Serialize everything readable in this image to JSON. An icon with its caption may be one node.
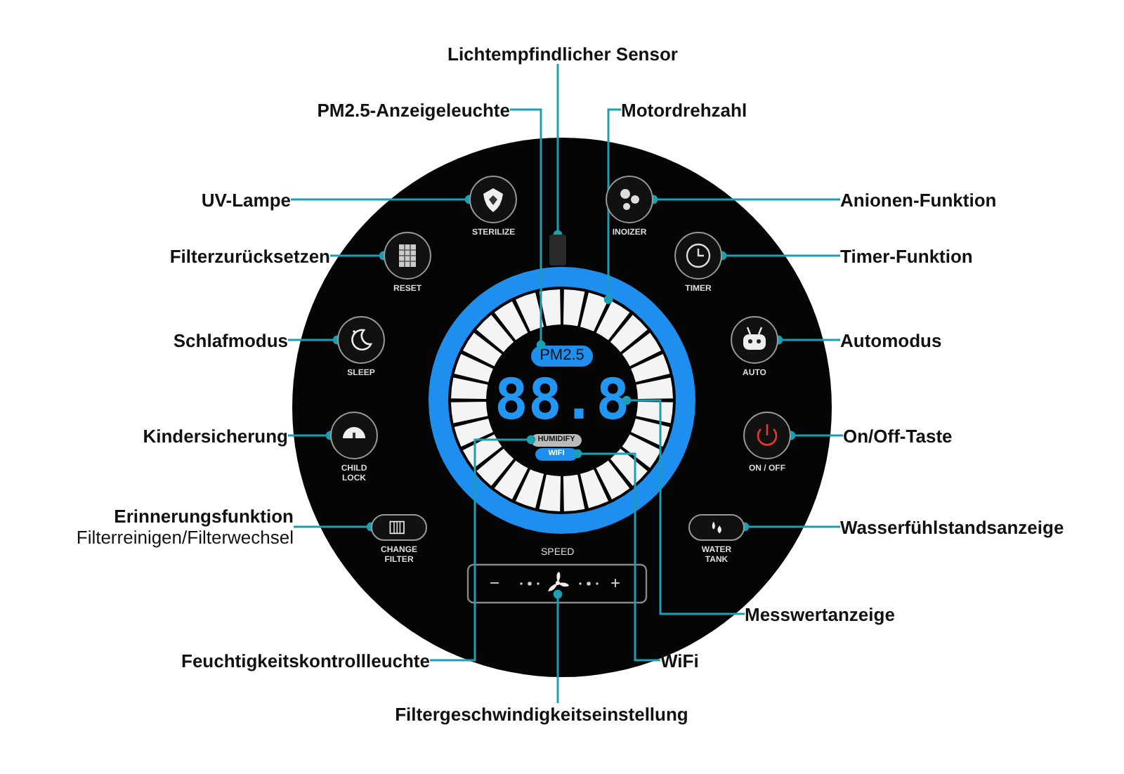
{
  "diagram": {
    "nodes": [
      {
        "text": [
          "Lichtempfindlicher Sensor"
        ]
      },
      {
        "text": [
          "PM2.5-Anzeigeleuchte"
        ]
      },
      {
        "text": [
          "Motordrehzahl"
        ]
      },
      {
        "text": [
          "UV-Lampe"
        ]
      },
      {
        "text": [
          "Anionen-Funktion"
        ]
      },
      {
        "text": [
          "Filterzurücksetzen"
        ]
      },
      {
        "text": [
          "Timer-Funktion"
        ]
      },
      {
        "text": [
          "Schlafmodus"
        ]
      },
      {
        "text": [
          "Automodus"
        ]
      },
      {
        "text": [
          "Kindersicherung"
        ]
      },
      {
        "text": [
          "On/Off-Taste"
        ]
      },
      {
        "text": [
          "Erinnerungsfunktion",
          "Filterreinigen/Filterwechsel"
        ]
      },
      {
        "text": [
          "Wasserfühlstandsanzeige"
        ]
      },
      {
        "text": [
          "Messwertanzeige"
        ]
      },
      {
        "text": [
          "Feuchtigkeitskontrollleuchte"
        ]
      },
      {
        "text": [
          "WiFi"
        ]
      },
      {
        "text": [
          "Filtergeschwindigkeitseinstellung"
        ]
      },
      {
        "text": [],
        "shape": "box"
      },
      {
        "text": [],
        "shape": "circle"
      },
      {
        "text": [
          "PM2.5"
        ],
        "in": 18
      },
      {
        "text": [],
        "shape": "circle",
        "beside": [
          "STERILIZE"
        ]
      },
      {
        "text": [],
        "shape": "circle",
        "beside": [
          "INOIZER"
        ]
      },
      {
        "text": [],
        "shape": "circle",
        "beside": [
          "RESET"
        ]
      },
      {
        "text": [],
        "shape": "circle",
        "beside": [
          "TIMER"
        ]
      },
      {
        "text": [],
        "shape": "circle",
        "beside": [
          "SLEEP"
        ]
      },
      {
        "text": [],
        "shape": "circle",
        "beside": [
          "AUTO"
        ]
      },
      {
        "text": [],
        "shape": "circle",
        "beside": [
          "CHILD LOCK"
        ]
      },
      {
        "text": [],
        "shape": "circle",
        "beside": [
          "ON / OFF"
        ]
      },
      {
        "text": [],
        "shape": "box",
        "beside": [
          "CHANGE FILTER"
        ]
      },
      {
        "text": [],
        "shape": "box",
        "beside": [
          "WATER TANK"
        ]
      },
      {
        "text": [
          "88.8"
        ],
        "in": 18
      },
      {
        "text": [
          "HUMIDIFY"
        ],
        "in": 18
      },
      {
        "text": [
          "WIFI"
        ],
        "in": 18
      },
      {
        "text": [],
        "shape": "fan"
      }
    ],
    "edges": [
      {
        "from": 0,
        "to": 17,
        "arrow": "other"
      },
      {
        "from": 1,
        "to": 19,
        "arrow": "other"
      },
      {
        "from": 2,
        "to": 18,
        "arrow": "other"
      },
      {
        "from": 3,
        "to": 20,
        "arrow": "other"
      },
      {
        "from": 4,
        "to": 21,
        "arrow": "other"
      },
      {
        "from": 5,
        "to": 22,
        "arrow": "other"
      },
      {
        "from": 6,
        "to": 23,
        "arrow": "other"
      },
      {
        "from": 7,
        "to": 24,
        "arrow": "other"
      },
      {
        "from": 8,
        "to": 25,
        "arrow": "other"
      },
      {
        "from": 9,
        "to": 26,
        "arrow": "other"
      },
      {
        "from": 10,
        "to": 27,
        "arrow": "other"
      },
      {
        "from": 11,
        "to": 28,
        "arrow": "other"
      },
      {
        "from": 12,
        "to": 29,
        "arrow": "other"
      },
      {
        "from": 13,
        "to": 30,
        "arrow": "other"
      },
      {
        "from": 14,
        "to": 31,
        "arrow": "other"
      },
      {
        "from": 15,
        "to": 32,
        "arrow": "other"
      },
      {
        "from": 16,
        "to": 33,
        "arrow": "other"
      }
    ],
    "labels": [
      "SPEED",
      "−",
      "+"
    ]
  }
}
